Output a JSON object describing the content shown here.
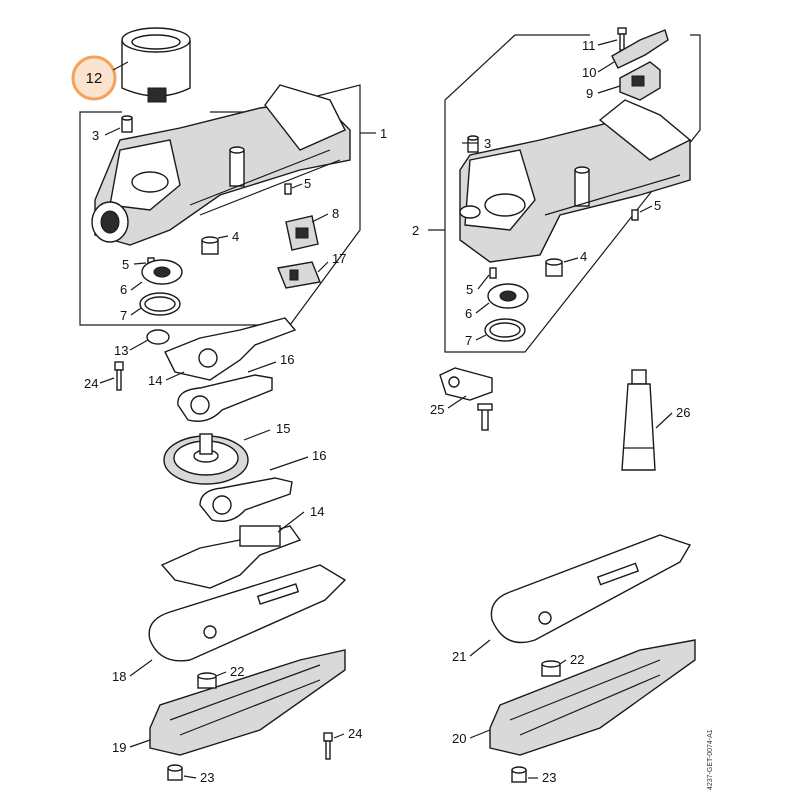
{
  "diagram": {
    "highlight_color": "#f3a35c",
    "highlight_fill": "#fbe3cf",
    "callouts": {
      "c1": "1",
      "c2": "2",
      "c3a": "3",
      "c3b": "3",
      "c4a": "4",
      "c4b": "4",
      "c5a": "5",
      "c5b": "5",
      "c5c": "5",
      "c5d": "5",
      "c6a": "6",
      "c6b": "6",
      "c7a": "7",
      "c7b": "7",
      "c8": "8",
      "c9": "9",
      "c10": "10",
      "c11": "11",
      "c12": "12",
      "c13": "13",
      "c14a": "14",
      "c14b": "14",
      "c15": "15",
      "c16a": "16",
      "c16b": "16",
      "c17": "17",
      "c18": "18",
      "c19": "19",
      "c20": "20",
      "c21": "21",
      "c22a": "22",
      "c22b": "22",
      "c23a": "23",
      "c23b": "23",
      "c24a": "24",
      "c24b": "24",
      "c25": "25",
      "c26": "26"
    },
    "drawing_code": "4237-GET-0074-A1"
  }
}
